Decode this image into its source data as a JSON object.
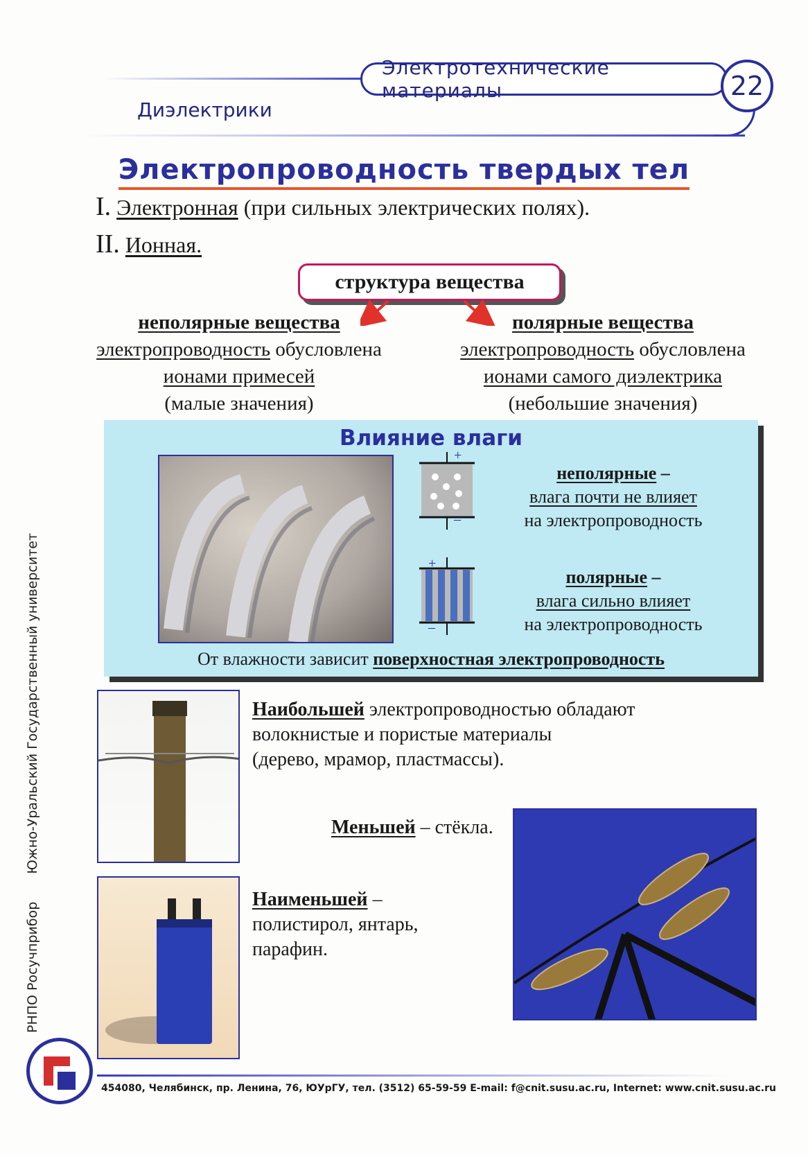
{
  "header": {
    "subject": "Электротехнические материалы",
    "page_number": "22",
    "section": "Диэлектрики"
  },
  "title": "Электропроводность твердых тел",
  "types": [
    {
      "num": "I.",
      "label": "Электронная",
      "note": "(при сильных электрических полях)."
    },
    {
      "num": "II.",
      "label": "Ионная."
    }
  ],
  "structure_label": "структура вещества",
  "nonpolar": {
    "heading": "неполярные вещества",
    "line1_u": "электропроводность",
    "line1_rest": "обусловлена",
    "line2": "ионами примесей",
    "line3": "(малые значения)"
  },
  "polar": {
    "heading": "полярные вещества",
    "line1_u": "электропроводность",
    "line1_rest": "обусловлена",
    "line2": "ионами самого диэлектрика",
    "line3": "(небольшие значения)"
  },
  "moisture": {
    "title": "Влияние влаги",
    "nonpolar_head": "неполярные",
    "nonpolar_l1": "влага почти не влияет",
    "nonpolar_l2": "на электропроводность",
    "polar_head": "полярные",
    "polar_l1": "влага сильно влияет",
    "polar_l2": "на электропроводность",
    "plus": "+",
    "minus": "–",
    "dash": " –",
    "footer_plain": "От влажности зависит",
    "footer_u": "поверхностная электропроводность"
  },
  "highest": {
    "bold": "Наибольшей",
    "rest_l1": "электропроводностью обладают",
    "l2": "волокнистые и пористые материалы",
    "l3": "(дерево, мрамор, пластмассы)."
  },
  "less": {
    "bold": "Меньшей",
    "rest": "– стёкла."
  },
  "lowest": {
    "bold": "Наименьшей",
    "rest": "–",
    "l2": "полистирол, янтарь,",
    "l3": "парафин."
  },
  "side_text": [
    "РНПО Росучприбор",
    "Южно-Уральский Государственный университет"
  ],
  "footer": "454080, Челябинск, пр. Ленина, 76, ЮУрГУ, тел. (3512) 65-59-59 E-mail: f@cnit.susu.ac.ru, Internet: www.cnit.susu.ac.ru",
  "colors": {
    "accent": "#2b2f9c",
    "moisture_bg": "#bfe9f3",
    "arrow": "#e0322a",
    "box_border": "#c2185b"
  }
}
